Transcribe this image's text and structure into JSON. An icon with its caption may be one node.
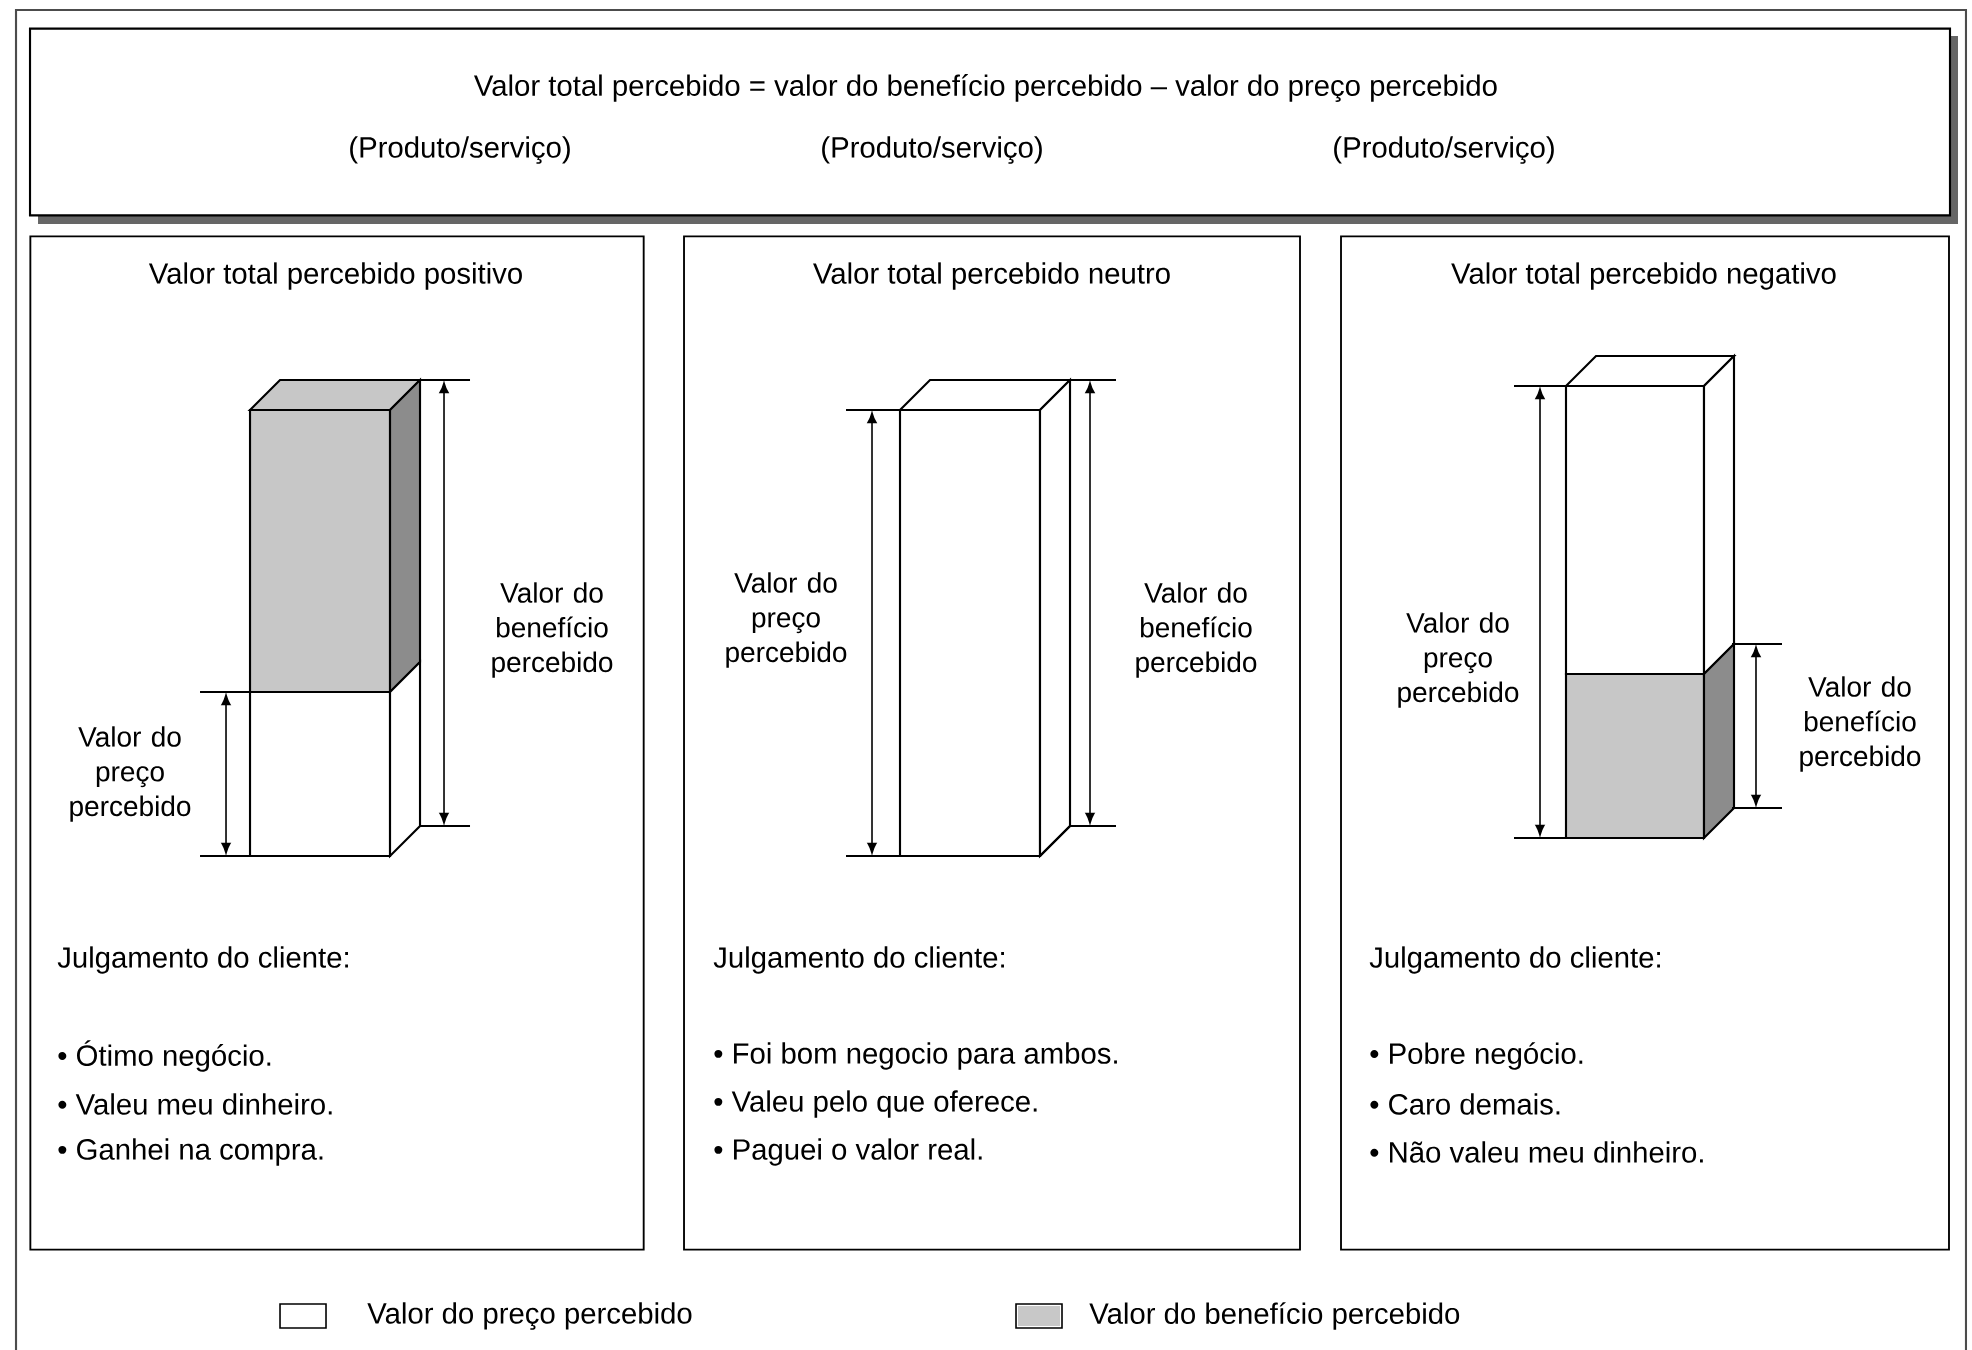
{
  "diagram": {
    "nodes": [
      {
        "text": [
          "Valor total percebido = valor do benefício percebido – valor do preço percebido",
          "(Produto/serviço)",
          "(Produto/serviço)",
          "(Produto/serviço)"
        ]
      },
      {
        "text": [
          "Valor total percebido positivo",
          "Valor do preço percebido",
          "Valor do benefício percebido",
          "Julgamento do cliente:",
          "• Ótimo negócio.",
          "• Valeu meu dinheiro.",
          "• Ganhei na compra."
        ]
      },
      {
        "text": [
          "Valor total percebido neutro",
          "Valor do preço percebido",
          "Valor do benefício percebido",
          "Julgamento do cliente:",
          "• Foi bom negocio para ambos.",
          "• Valeu pelo que oferece.",
          "• Paguei o valor real."
        ]
      },
      {
        "text": [
          "Valor total percebido negativo",
          "Valor do preço percebido",
          "Valor do benefício percebido",
          "Julgamento do cliente:",
          "• Pobre negócio.",
          "• Caro demais.",
          "• Não valeu meu dinheiro."
        ]
      }
    ],
    "legend": [
      {
        "text": "Valor do preço percebido",
        "color": "#ffffff"
      },
      {
        "text": "Valor do benefício percebido",
        "color": "#c8c8c8"
      }
    ]
  }
}
